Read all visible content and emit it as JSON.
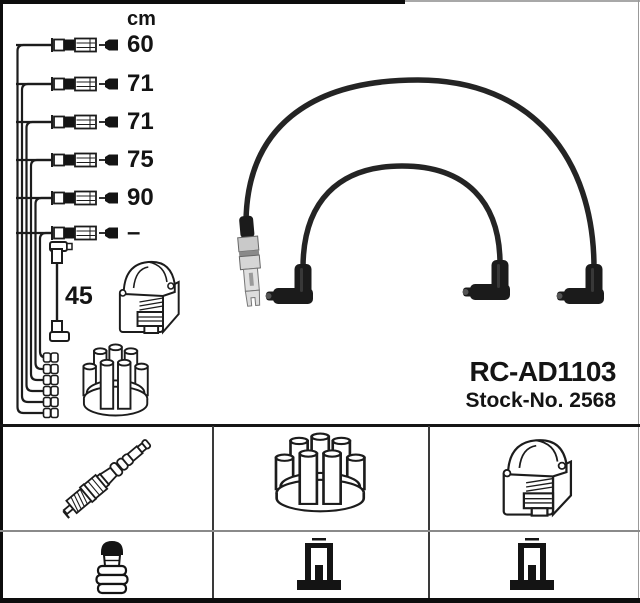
{
  "product": {
    "part_number": "RC-AD1103",
    "stock_label": "Stock-No. 2568"
  },
  "measurements": {
    "unit_label": "cm",
    "cable_lengths": [
      {
        "value": "60"
      },
      {
        "value": "71"
      },
      {
        "value": "71"
      },
      {
        "value": "75"
      },
      {
        "value": "90"
      },
      {
        "value": "–"
      }
    ],
    "coil_wire_length": "45"
  },
  "icons": {
    "cable_row": "ignition-cable-with-connectors-icon",
    "terminal_stack": "cable-terminal-pins-icon",
    "coil_wire": "coil-wire-elbow-icon",
    "ignition_coil": "ignition-coil-icon",
    "distributor_cap": "distributor-cap-icon",
    "cables_photo": "ignition-cable-set-photo",
    "spark_plug": "spark-plug-icon",
    "sae_terminal": "sae-dome-terminal-icon",
    "din_terminal": "din-socket-terminal-icon"
  },
  "colors": {
    "background": "#ffffff",
    "line_art": "#1c1c1c",
    "photo_wire": "#242424",
    "frame": "#0d0d0d"
  }
}
